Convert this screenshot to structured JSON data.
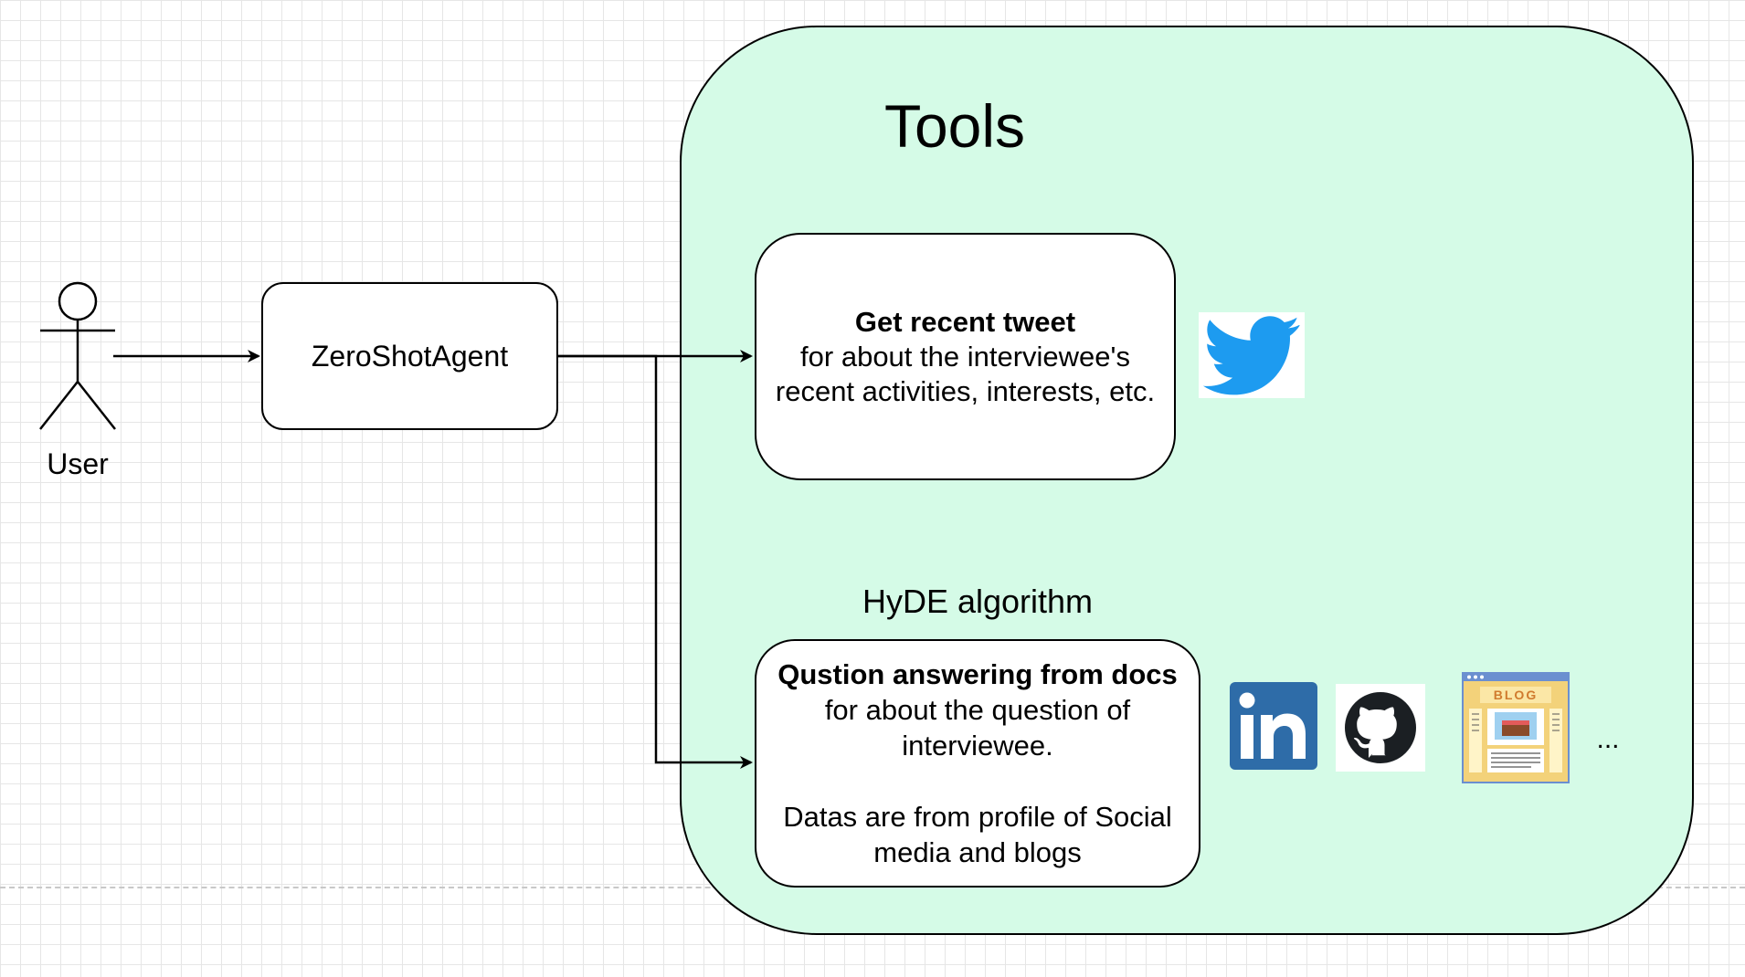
{
  "title": "Tools",
  "actor": {
    "label": "User"
  },
  "agent": {
    "label": "ZeroShotAgent"
  },
  "tools": {
    "tweet": {
      "title": "Get recent tweet",
      "line1": "for about the interviewee's",
      "line2": "recent activities, interests, etc."
    },
    "qa": {
      "algorithm_label": "HyDE algorithm",
      "title": "Qustion answering from docs",
      "line1": "for about the question of",
      "line2": "interviewee.",
      "line3": "Datas are from profile of Social",
      "line4": "media and blogs"
    },
    "more": "..."
  },
  "icons": {
    "twitter": "twitter-bird-icon",
    "linkedin": "linkedin-icon",
    "github": "github-icon",
    "blog": "blog-page-icon"
  },
  "colors": {
    "container_fill": "#d5fbe7",
    "twitter_blue": "#1d9bf0",
    "linkedin_blue": "#2e6ca8",
    "grid": "#e6e6e6"
  }
}
